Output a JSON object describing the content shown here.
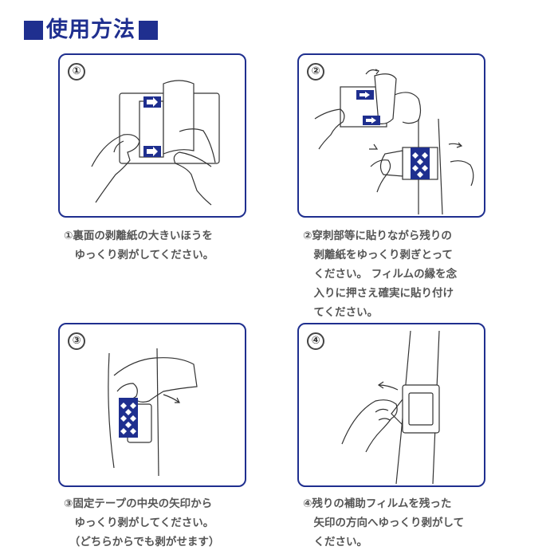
{
  "heading": {
    "title": "使用方法"
  },
  "colors": {
    "accent": "#1f2f8f",
    "text": "#555555"
  },
  "steps": [
    {
      "number": "①",
      "caption": [
        "①裏面の剥離紙の大きいほうを",
        "　ゆっくり剥がしてください。"
      ]
    },
    {
      "number": "②",
      "caption": [
        "②穿刺部等に貼りながら残りの",
        "　剥離紙をゆっくり剥ぎとって",
        "　ください。 フィルムの縁を念",
        "　入りに押さえ確実に貼り付け",
        "　てください。"
      ]
    },
    {
      "number": "③",
      "caption": [
        "③固定テープの中央の矢印から",
        "　ゆっくり剥がしてください。",
        "　（どちらからでも剥がせます）"
      ]
    },
    {
      "number": "④",
      "caption": [
        "④残りの補助フィルムを残った",
        "　矢印の方向へゆっくり剥がして",
        "　ください。"
      ]
    }
  ]
}
